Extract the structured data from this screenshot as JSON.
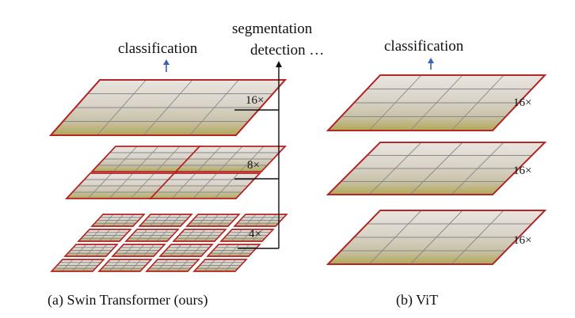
{
  "left_panel": {
    "top_label": "classification",
    "scales": [
      "16×",
      "8×",
      "4×"
    ],
    "tasks_line1": "segmentation",
    "tasks_line2": "detection …",
    "caption": "(a) Swin Transformer (ours)"
  },
  "right_panel": {
    "top_label": "classification",
    "scales": [
      "16×",
      "16×",
      "16×"
    ],
    "caption": "(b) ViT"
  },
  "colors": {
    "patch_border": "#b22222",
    "grid_line": "#888888",
    "arrow_blue": "#3a62b0",
    "line_black": "#111111",
    "image_top": "#e6e0d8",
    "image_bottom": "#b5a95c"
  }
}
